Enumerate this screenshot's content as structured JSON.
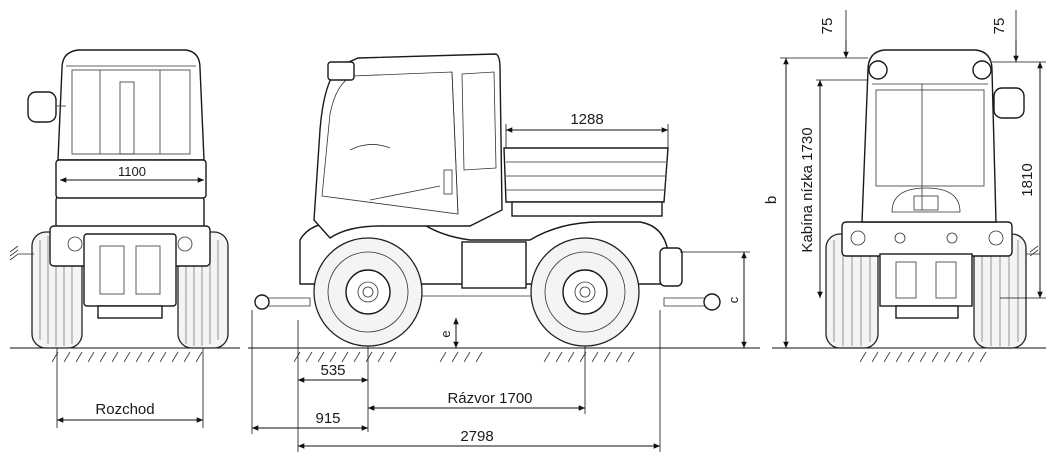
{
  "labels": {
    "rozchod": "Rozchod",
    "width_1100": "1100",
    "length_1288": "1288",
    "rear_535": "535",
    "rear_915": "915",
    "wheelbase": "Rázvor 1700",
    "total_2798": "2798",
    "dim_c": "c",
    "dim_e": "e",
    "dim_b": "b",
    "cab_low": "Kabína nízka 1730",
    "height_1810": "1810",
    "offset_75_left": "75",
    "offset_75_right": "75"
  }
}
